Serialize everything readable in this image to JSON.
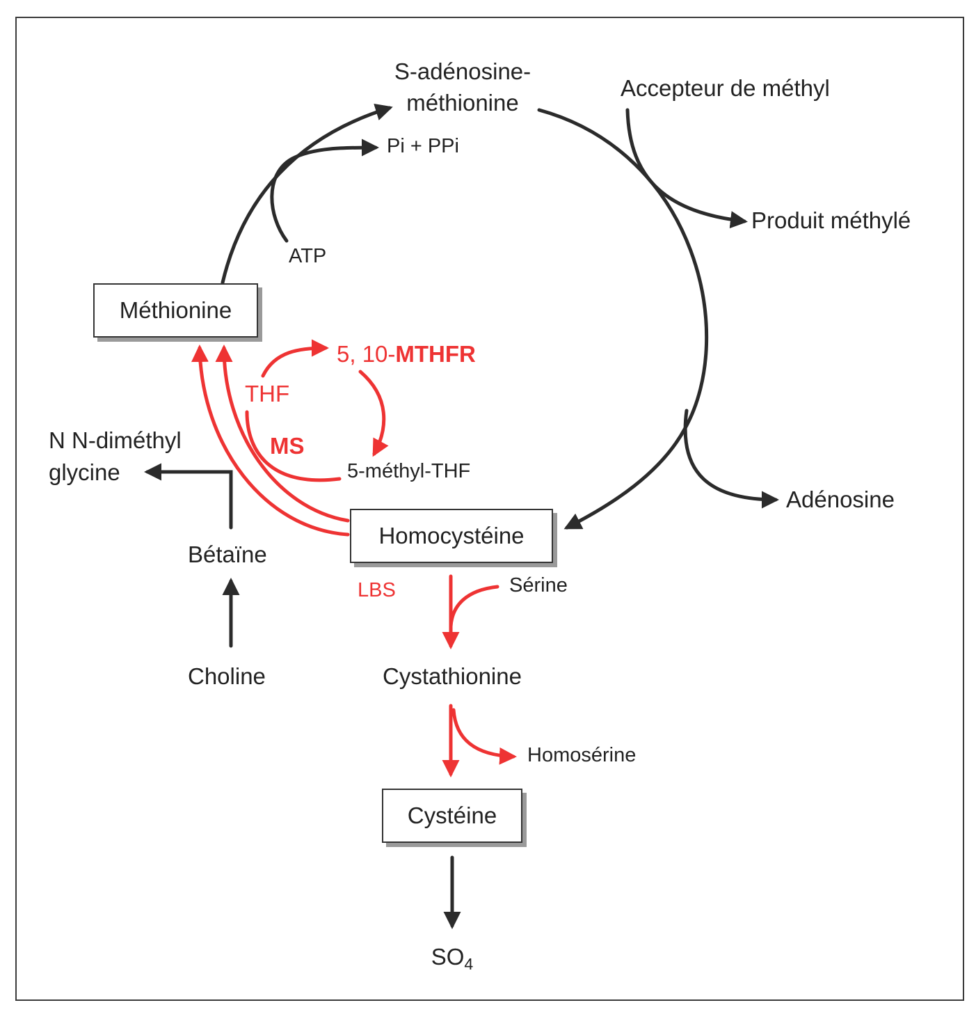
{
  "colors": {
    "dark": "#2b2b2b",
    "red": "#ee3333"
  },
  "nodes": {
    "sam_line1": "S-adénosine-",
    "sam_line2": "méthionine",
    "methyl_acceptor": "Accepteur de méthyl",
    "pi_ppi": "Pi + PPi",
    "methylated_product": "Produit méthylé",
    "atp": "ATP",
    "methionine": "Méthionine",
    "mthfr_prefix": "5, 10-",
    "mthfr_bold": "MTHFR",
    "thf": "THF",
    "ms": "MS",
    "methyl_thf": "5-méthyl-THF",
    "dmg_line1": "N N-diméthyl",
    "dmg_line2": "glycine",
    "adenosine": "Adénosine",
    "homocysteine": "Homocystéine",
    "betaine": "Bétaïne",
    "lbs": "LBS",
    "serine": "Sérine",
    "choline": "Choline",
    "cystathionine": "Cystathionine",
    "homoserine": "Homosérine",
    "cysteine": "Cystéine",
    "so4_base": "SO",
    "so4_sub": "4"
  }
}
